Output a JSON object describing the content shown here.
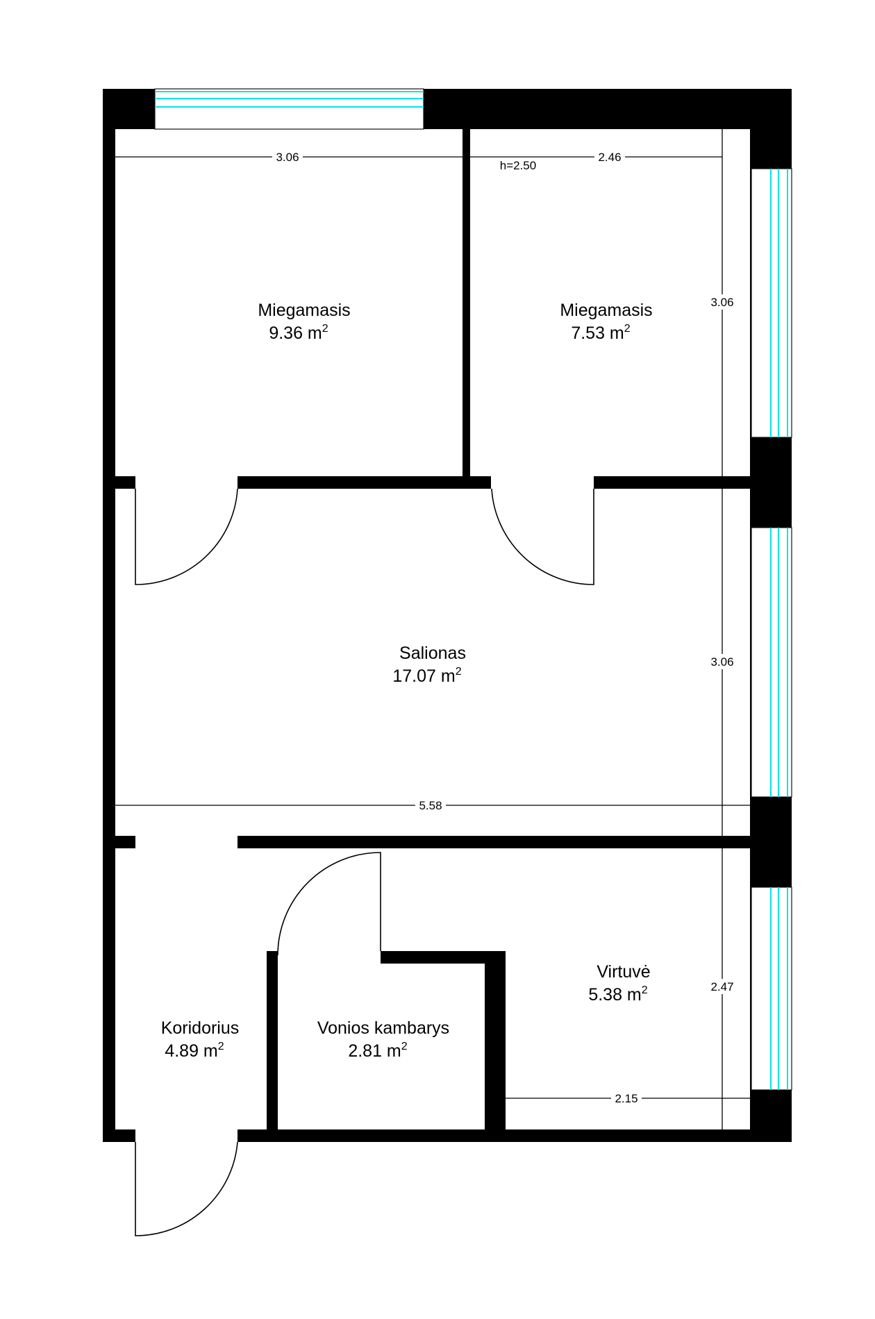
{
  "rooms": [
    {
      "id": "bedroom1",
      "name": "Miegamasis",
      "area": "9.36 m",
      "sup": "2"
    },
    {
      "id": "bedroom2",
      "name": "Miegamasis",
      "area": "7.53 m",
      "sup": "2"
    },
    {
      "id": "living",
      "name": "Salionas",
      "area": "17.07 m",
      "sup": "2"
    },
    {
      "id": "kitchen",
      "name": "Virtuvė",
      "area": "5.38 m",
      "sup": "2"
    },
    {
      "id": "corridor",
      "name": "Koridorius",
      "area": "4.89 m",
      "sup": "2"
    },
    {
      "id": "bathroom",
      "name": "Vonios kambarys",
      "area": "2.81 m",
      "sup": "2"
    }
  ],
  "dimensions": {
    "bedroom1_width": "3.06",
    "bedroom2_width": "2.46",
    "bedroom2_height": "3.06",
    "living_height": "3.06",
    "living_width": "5.58",
    "kitchen_height": "2.47",
    "kitchen_width": "2.15",
    "ceiling_height": "h=2.50"
  },
  "colors": {
    "wall": "#000000",
    "window_glass": "#00e5e5",
    "background": "#ffffff"
  }
}
